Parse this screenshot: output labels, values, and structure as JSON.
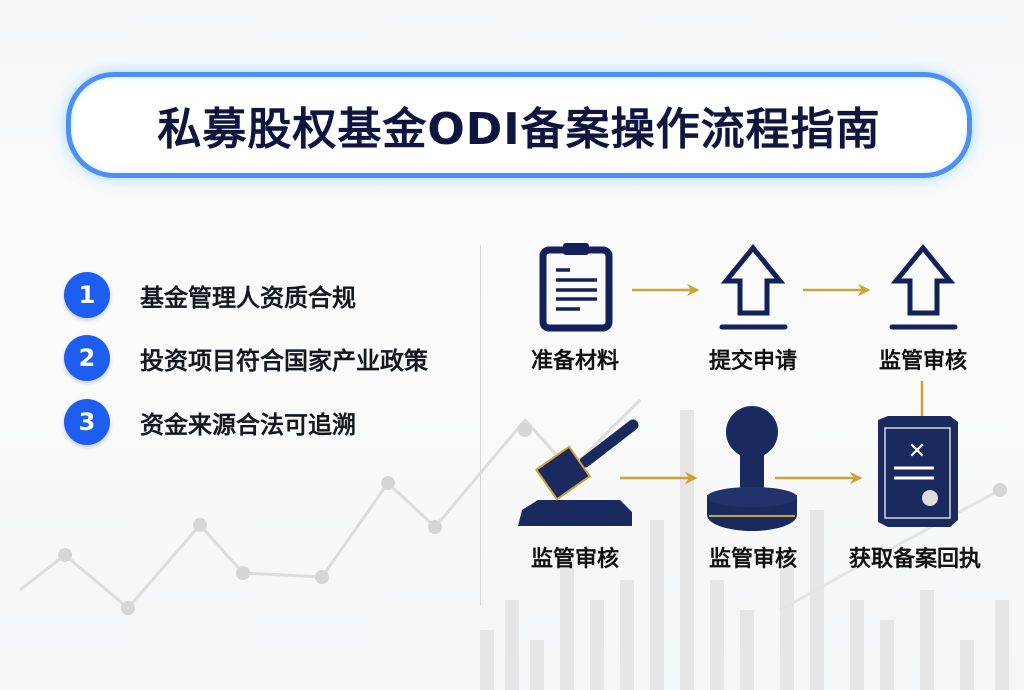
{
  "title": "私募股权基金ODI备案操作流程指南",
  "requirements": [
    {
      "number": "1",
      "text": "基金管理人资质合规"
    },
    {
      "number": "2",
      "text": "投资项目符合国家产业政策"
    },
    {
      "number": "3",
      "text": "资金来源合法可追溯"
    }
  ],
  "flow": [
    {
      "label": "准备材料",
      "icon": "clipboard-icon"
    },
    {
      "label": "提交申请",
      "icon": "upload-arrow-icon"
    },
    {
      "label": "监管审核",
      "icon": "upload-arrow-icon"
    },
    {
      "label": "监管审核",
      "icon": "gavel-icon"
    },
    {
      "label": "监管审核",
      "icon": "stamp-icon"
    },
    {
      "label": "获取备案回执",
      "icon": "certificate-icon"
    }
  ],
  "colors": {
    "navy": "#1b2a5e",
    "accent": "#1d5ef0",
    "gold": "#c9a437"
  }
}
